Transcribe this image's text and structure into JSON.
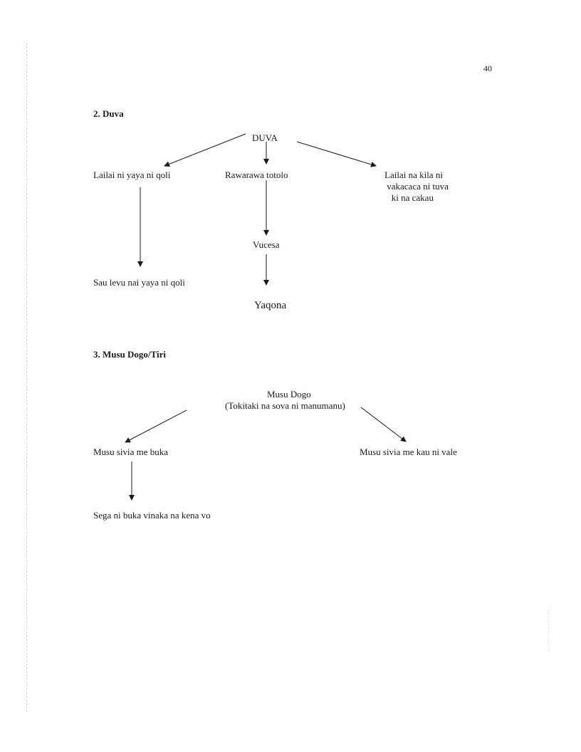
{
  "page_number": "40",
  "section_duva": {
    "heading": "2. Duva",
    "root": "DUVA",
    "left_branch": "Lailai ni yaya ni qoli",
    "left_result": "Sau levu nai yaya ni qoli",
    "middle_branch": "Rawarawa totolo",
    "middle_step": "Vucesa",
    "middle_result": "Yaqona",
    "right_branch": "Lailai na kila ni\n vakacaca ni tuva\n   ki na cakau"
  },
  "section_musu": {
    "heading": "3. Musu Dogo/Tiri",
    "root": "Musu Dogo",
    "root_sub": "(Tokitaki na sova ni manumanu)",
    "left_branch": "Musu sivia me buka",
    "left_result": "Sega ni buka vinaka na kena vo",
    "right_branch": "Musu sivia me kau ni vale"
  }
}
